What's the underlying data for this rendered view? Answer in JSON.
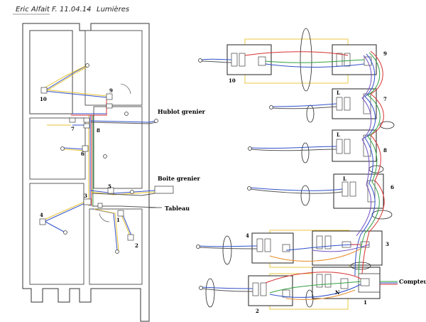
{
  "header": {
    "author": "Eric Alfait F.",
    "date": "11.04.14",
    "separator": "-",
    "title": "Lumières"
  },
  "labels": {
    "hublot": "Hublot grenier",
    "boite": "Boite grenier",
    "tableau": "Tableau",
    "compteur": "Compteur",
    "module_l": "L",
    "module_n": "N"
  },
  "floorplan_numbers": [
    "10",
    "9",
    "8",
    "7",
    "6",
    "5",
    "4",
    "3",
    "2",
    "1"
  ],
  "schematic_numbers": [
    "10",
    "9",
    "7",
    "8",
    "6",
    "4",
    "3",
    "2",
    "1"
  ],
  "colors": {
    "yellow": "#e8c230",
    "blue": "#3050c8",
    "red": "#d83030",
    "green": "#30a040",
    "orange": "#e89030",
    "purple": "#7050c0",
    "gray": "#555555"
  }
}
